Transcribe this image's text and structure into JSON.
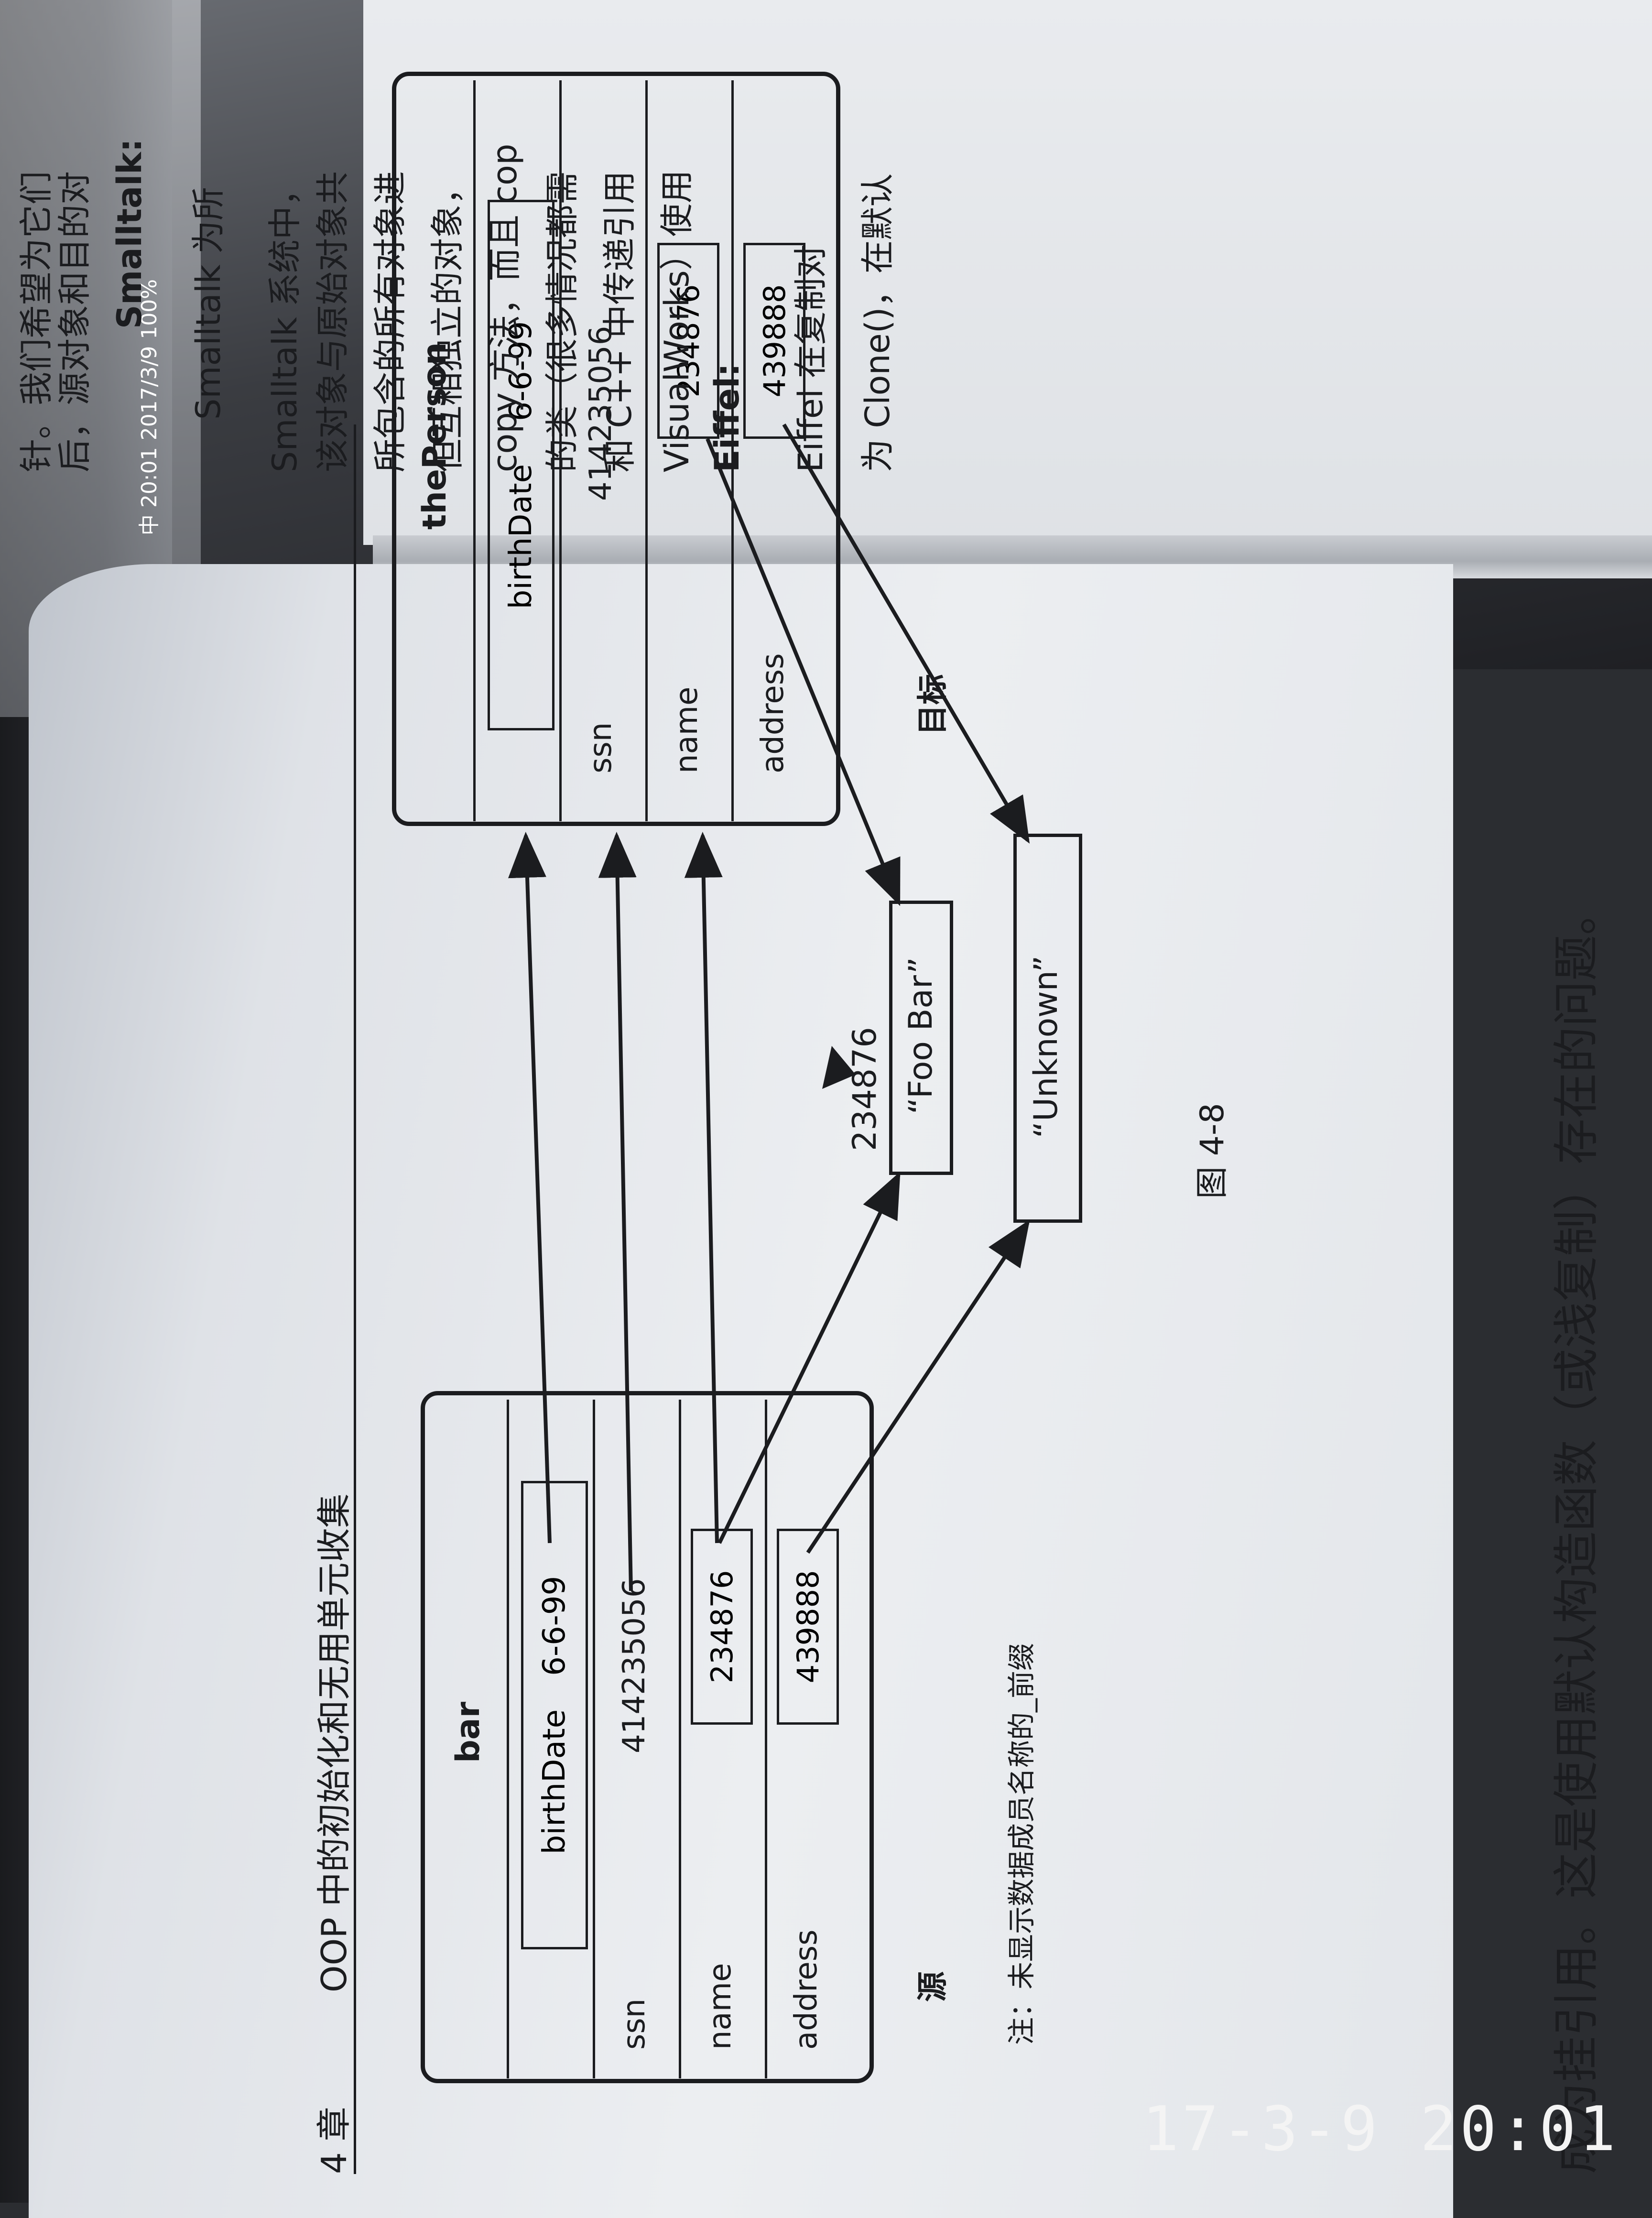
{
  "header": {
    "chapter": "4 章",
    "title": "OOP 中的初始化和无用单元收集"
  },
  "left_object": {
    "title": "bar",
    "rows": [
      {
        "label": "birthDate",
        "value": "6-6-99"
      },
      {
        "label": "ssn",
        "value": "414235056"
      },
      {
        "label": "name",
        "value": "234876"
      },
      {
        "label": "address",
        "value": "439888"
      }
    ],
    "caption": "源"
  },
  "right_object": {
    "title": "thePerson",
    "rows": [
      {
        "label": "birthDate",
        "value": "6-6-99"
      },
      {
        "label": "ssn",
        "value": "414235056"
      },
      {
        "label": "name",
        "value": "234876"
      },
      {
        "label": "address",
        "value": "439888"
      }
    ],
    "caption": "目标"
  },
  "middle": {
    "foo_id": "234876",
    "foo_value": "“Foo Bar”",
    "unknown_value": "“Unknown”"
  },
  "figure_caption": "图 4-8",
  "note": "注：未显示数据成员名称的_前缀",
  "bottom_line": "成为挂引用。这是使用默认构造函数（或浅复制）存在的问题。",
  "right_page": {
    "lines": [
      "针。我们希望为它们",
      "后，源对象和目的对",
      "Smalltalk:",
      "Smalltalk 为所",
      "Smalltalk 系统中，",
      "该对象与原始对象共",
      "所包含的所有对象进",
      "但互相独立的对象，",
      "copy 方法，而且 cop",
      "的类（很多情况都需",
      "和 C++ 中传递引用",
      "VisualWorks）使用",
      "Eiffel:",
      "Eiffel 在复制对",
      "为 Clone()，在默认"
    ]
  },
  "taskbar": {
    "time": "20:01",
    "date": "2017/3/9",
    "ime": "中",
    "zoom": "100%"
  },
  "photo_timestamp": "17-3-9 20:01"
}
